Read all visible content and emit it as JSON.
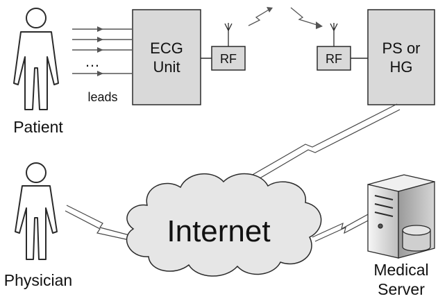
{
  "labels": {
    "ecg_unit_line1": "ECG",
    "ecg_unit_line2": "Unit",
    "rf_left": "RF",
    "rf_right": "RF",
    "ps_hg_line1": "PS or",
    "ps_hg_line2": "HG",
    "leads": "leads",
    "ellipsis": "…",
    "patient": "Patient",
    "physician": "Physician",
    "internet": "Internet",
    "server_line1": "Medical",
    "server_line2": "Server"
  },
  "colors": {
    "box_fill": "#d9d9d9",
    "stroke": "#2a2a2a",
    "cloud_fill": "#e6e6e6",
    "person_fill": "#ffffff",
    "server_body": "#e8e8e8"
  },
  "icons": [
    "person-icon",
    "antenna-icon",
    "cloud-icon",
    "server-icon",
    "lightning-link-icon",
    "wireless-arrow-icon"
  ]
}
